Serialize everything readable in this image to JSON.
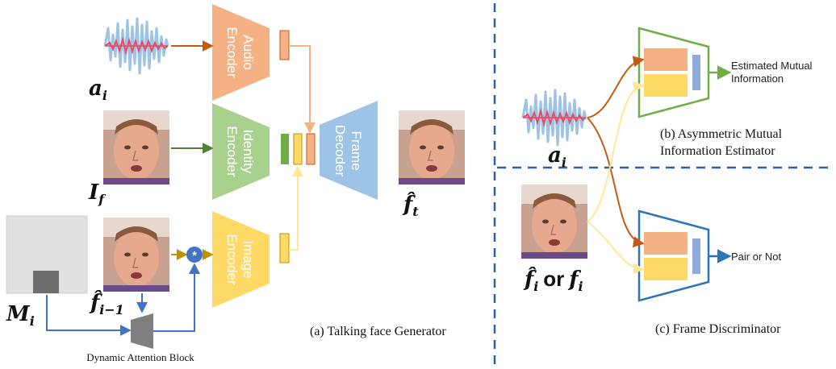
{
  "generator": {
    "audio_encoder": "Audio Encoder",
    "identity_encoder": "Identity Encoder",
    "image_encoder": "Image Encoder",
    "frame_decoder": "Frame Decoder",
    "caption": "(a) Talking face Generator",
    "dynamic_attention": "Dynamic Attention Block",
    "operator": "*"
  },
  "labels": {
    "a_i": "a",
    "a_i_sub": "i",
    "I_f": "I",
    "I_f_sub": "f",
    "f_prev": "f̂",
    "f_prev_sub": "i−1",
    "f_t": "f̂",
    "f_t_sub": "t",
    "M_i": "M",
    "M_i_sub": "i",
    "a_i_right": "a",
    "a_i_right_sub": "i",
    "f_i_or": "f̂",
    "f_i_or_sub1": "i",
    "or_word": "or",
    "f_i": "f",
    "f_i_sub": "i"
  },
  "estimator": {
    "output": "Estimated Mutual Information",
    "caption_line1": "(b) Asymmetric Mutual",
    "caption_line2": "Information Estimator"
  },
  "discriminator": {
    "output": "Pair or Not",
    "caption": "(c) Frame Discriminator"
  },
  "colors": {
    "audio": "#f4b183",
    "identity": "#a9d18e",
    "image": "#ffd966",
    "decoder": "#9dc3e6",
    "arrow_audio": "#c55a11",
    "arrow_identity": "#548235",
    "arrow_image": "#bf9000",
    "arrow_blue": "#4472c4",
    "estimator_outline": "#70ad47",
    "discriminator_outline": "#2e75b6",
    "divider": "#2e5fa8"
  }
}
